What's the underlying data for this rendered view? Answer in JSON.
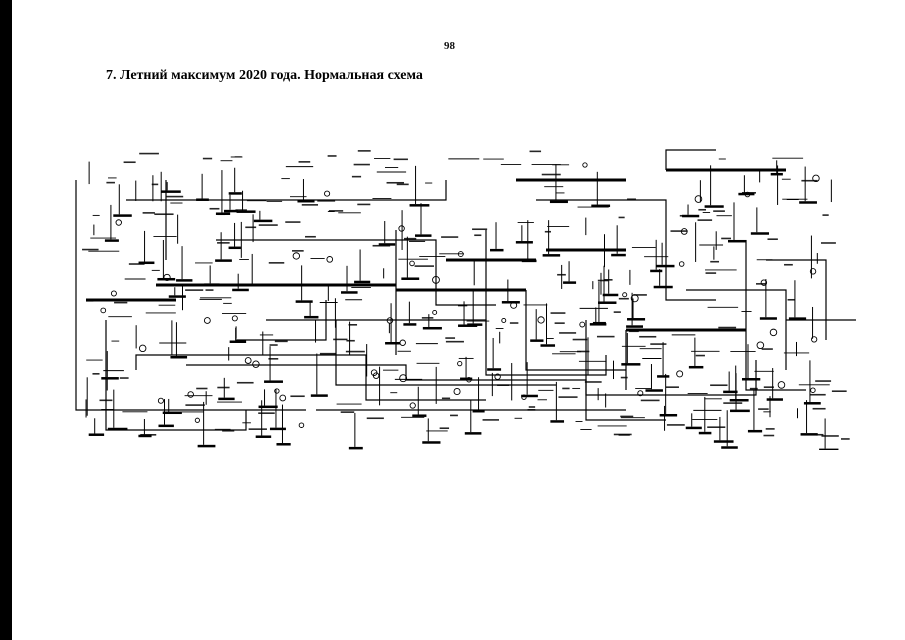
{
  "page": {
    "number": "98"
  },
  "section": {
    "title": "7. Летний максимум 2020 года. Нормальная схема"
  },
  "diagram": {
    "content": "power grid single-line schematic (illegible node labels)"
  },
  "colors": {
    "ink": "#000000",
    "paper": "#ffffff"
  }
}
